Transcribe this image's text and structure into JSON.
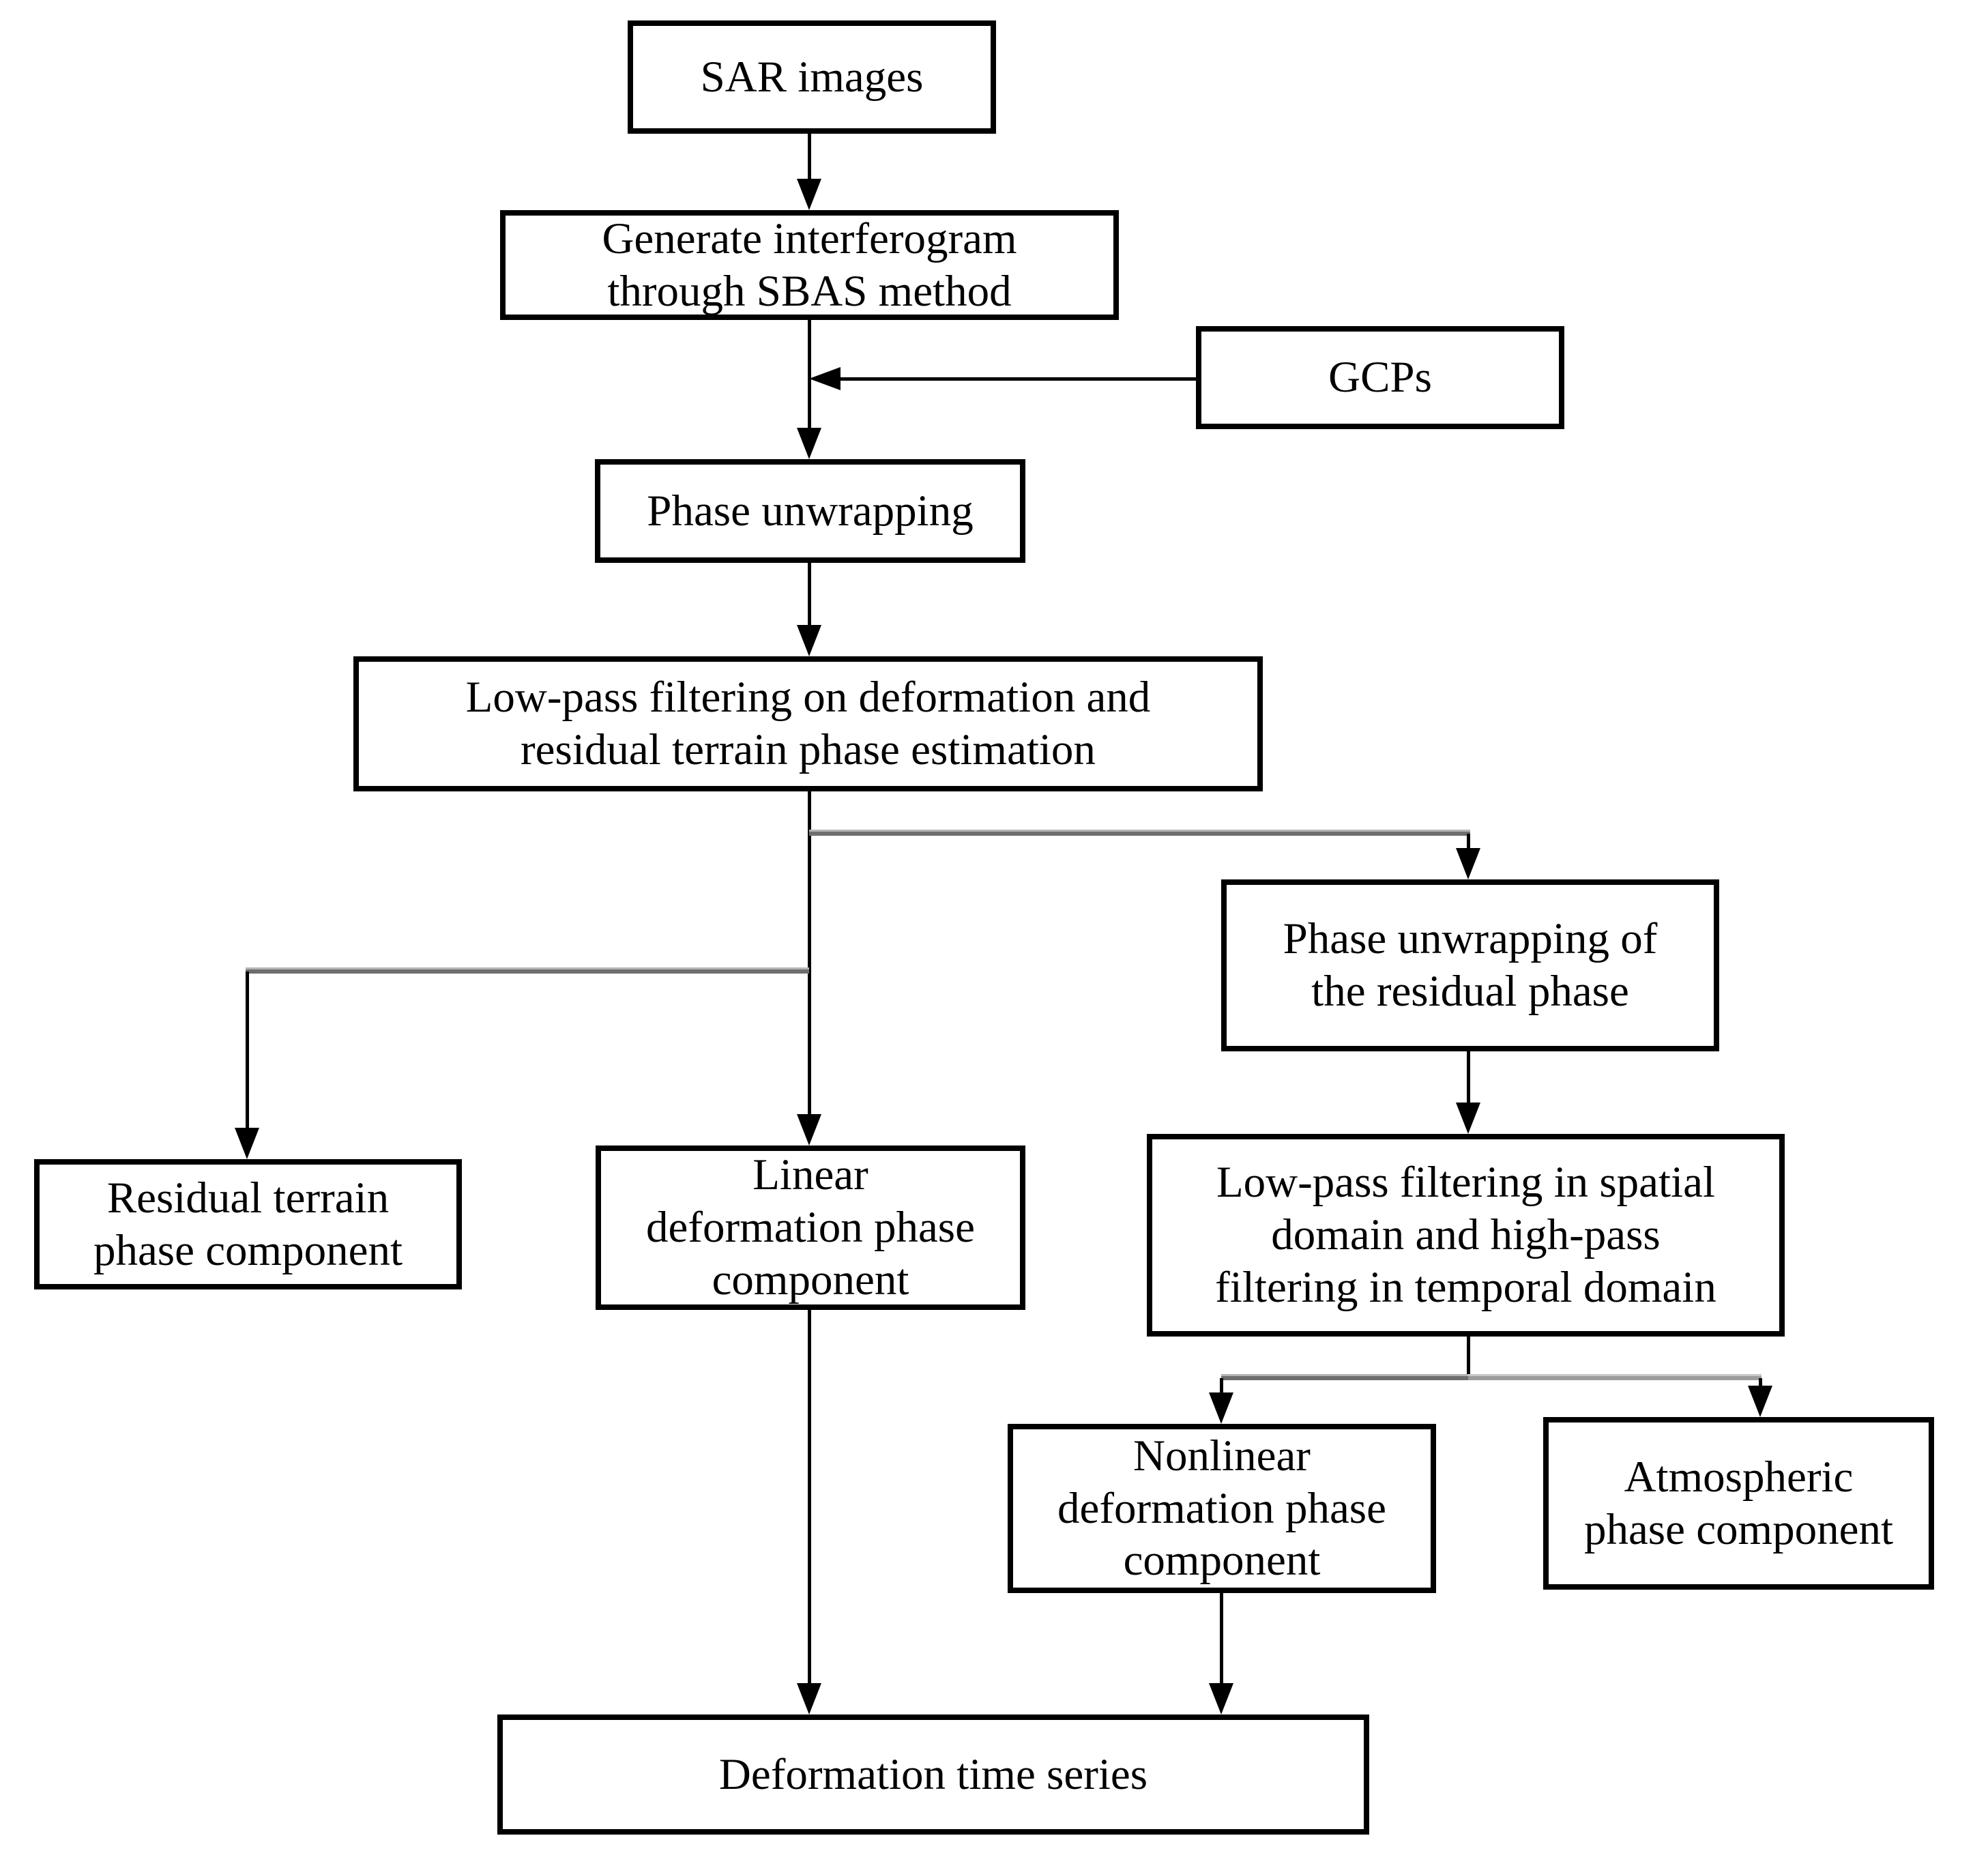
{
  "figure_type": "flowchart",
  "colors": {
    "background": "#ffffff",
    "box_border": "#000000",
    "text": "#000000",
    "connector_line": "#000000",
    "branch_line_gray": "#6e6e6e",
    "branch_line_light_gray": "#9c9c9c"
  },
  "nodes": {
    "sar": {
      "label": "SAR images"
    },
    "generate": {
      "label": "Generate interferogram\nthrough SBAS method"
    },
    "gcps": {
      "label": "GCPs"
    },
    "phase_unwrapping": {
      "label": "Phase unwrapping"
    },
    "lowpass_deformation": {
      "label": "Low-pass filtering on deformation and\nresidual terrain phase estimation"
    },
    "unwrap_residual": {
      "label": "Phase unwrapping of\nthe residual phase"
    },
    "residual_terrain": {
      "label": "Residual terrain\nphase component"
    },
    "linear": {
      "label": "Linear\ndeformation phase\ncomponent"
    },
    "lowpass_spatial": {
      "label": "Low-pass filtering in spatial\ndomain and high-pass\nfiltering in temporal domain"
    },
    "nonlinear": {
      "label": "Nonlinear\ndeformation phase\ncomponent"
    },
    "atmospheric": {
      "label": "Atmospheric\nphase component"
    },
    "deformation_time_series": {
      "label": "Deformation time series"
    }
  },
  "edges": [
    {
      "from": "sar",
      "to": "generate"
    },
    {
      "from": "gcps",
      "to": "generate-unwrap-line"
    },
    {
      "from": "generate",
      "to": "phase_unwrapping"
    },
    {
      "from": "phase_unwrapping",
      "to": "lowpass_deformation"
    },
    {
      "from": "lowpass_deformation",
      "to": "residual_terrain"
    },
    {
      "from": "lowpass_deformation",
      "to": "linear"
    },
    {
      "from": "lowpass_deformation",
      "to": "unwrap_residual"
    },
    {
      "from": "unwrap_residual",
      "to": "lowpass_spatial"
    },
    {
      "from": "lowpass_spatial",
      "to": "nonlinear"
    },
    {
      "from": "lowpass_spatial",
      "to": "atmospheric"
    },
    {
      "from": "linear",
      "to": "deformation_time_series"
    },
    {
      "from": "nonlinear",
      "to": "deformation_time_series"
    }
  ]
}
